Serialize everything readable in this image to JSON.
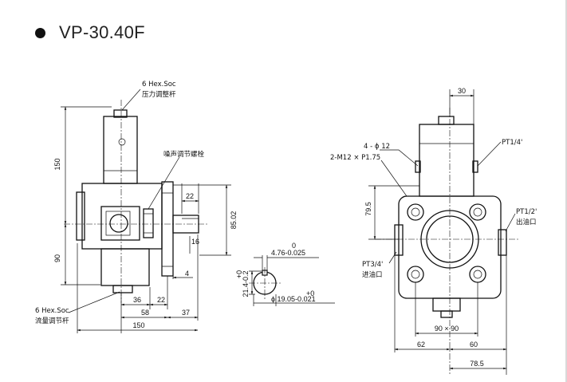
{
  "title": "VP-30.40F",
  "left_view": {
    "dims": {
      "height_top": "150",
      "height_bottom": "90",
      "shaft_length": "22",
      "key_offset": "16",
      "shaft_height": "85.02",
      "shaft_step": "4",
      "b36": "36",
      "b22": "22",
      "b58": "58",
      "b37": "37",
      "total": "150"
    },
    "labels": {
      "top_hex": "6 Hex.Soc",
      "top_cn": "压力调整杆",
      "noise": "噪声调节螺栓",
      "bottom_hex": "6 Hex.Soc",
      "bottom_cn": "流量调节杆"
    }
  },
  "shaft_section": {
    "tol_top_zero": "0",
    "tol_top": "4.76-0.025",
    "tol_left_plus": "+0",
    "tol_left": "21.4-0.2",
    "tol_bottom_plus": "+0",
    "tol_bottom": "ϕ 19.05-0.021"
  },
  "right_view": {
    "dims": {
      "top": "30",
      "left_height": "79.5",
      "square": "90 × 90",
      "d62": "62",
      "d60": "60",
      "d78": "78.5"
    },
    "labels": {
      "holes": "4 - ϕ 12",
      "thread": "2-M12 × P1.75",
      "port_top": "PT1/4'",
      "port_out": "PT1/2'",
      "port_out_cn": "出油口",
      "port_in": "PT3/4'",
      "port_in_cn": "进油口"
    }
  }
}
